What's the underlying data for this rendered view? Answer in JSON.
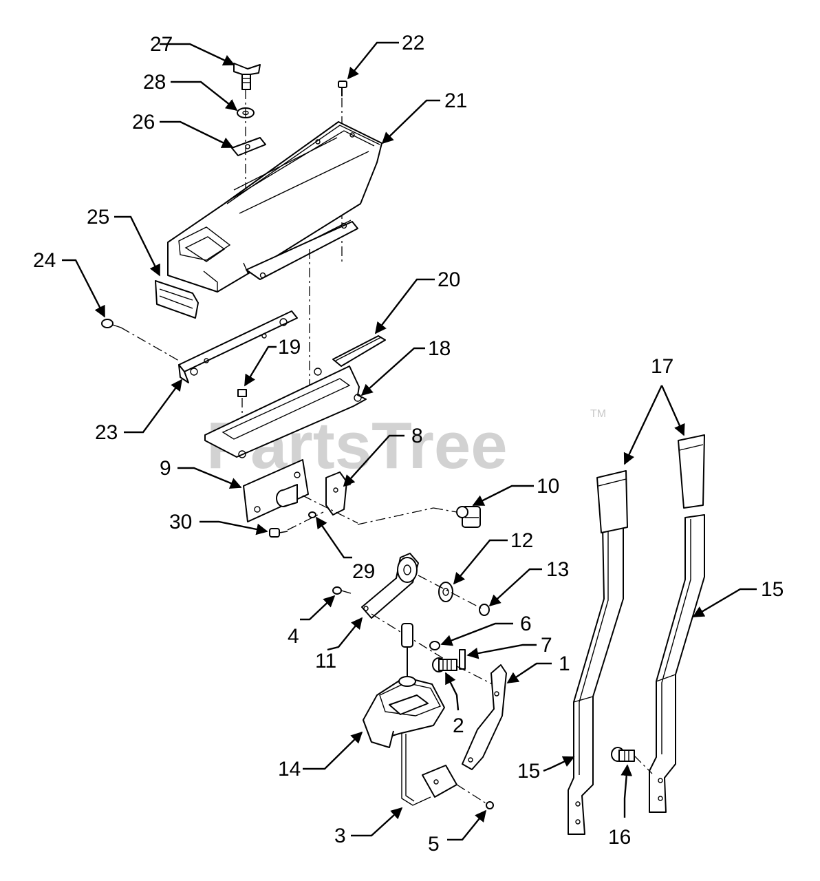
{
  "watermark": {
    "text": "PartsTree",
    "trademark": "TM"
  },
  "callouts": [
    {
      "id": "c1",
      "label": "1"
    },
    {
      "id": "c2",
      "label": "2"
    },
    {
      "id": "c3",
      "label": "3"
    },
    {
      "id": "c4",
      "label": "4"
    },
    {
      "id": "c5",
      "label": "5"
    },
    {
      "id": "c6",
      "label": "6"
    },
    {
      "id": "c7",
      "label": "7"
    },
    {
      "id": "c8",
      "label": "8"
    },
    {
      "id": "c9",
      "label": "9"
    },
    {
      "id": "c10",
      "label": "10"
    },
    {
      "id": "c11",
      "label": "11"
    },
    {
      "id": "c12",
      "label": "12"
    },
    {
      "id": "c13",
      "label": "13"
    },
    {
      "id": "c14",
      "label": "14"
    },
    {
      "id": "c15a",
      "label": "15"
    },
    {
      "id": "c15b",
      "label": "15"
    },
    {
      "id": "c16",
      "label": "16"
    },
    {
      "id": "c17",
      "label": "17"
    },
    {
      "id": "c18",
      "label": "18"
    },
    {
      "id": "c19",
      "label": "19"
    },
    {
      "id": "c20",
      "label": "20"
    },
    {
      "id": "c21",
      "label": "21"
    },
    {
      "id": "c22",
      "label": "22"
    },
    {
      "id": "c23",
      "label": "23"
    },
    {
      "id": "c24",
      "label": "24"
    },
    {
      "id": "c25",
      "label": "25"
    },
    {
      "id": "c26",
      "label": "26"
    },
    {
      "id": "c27",
      "label": "27"
    },
    {
      "id": "c28",
      "label": "28"
    },
    {
      "id": "c29",
      "label": "29"
    },
    {
      "id": "c30",
      "label": "30"
    }
  ]
}
